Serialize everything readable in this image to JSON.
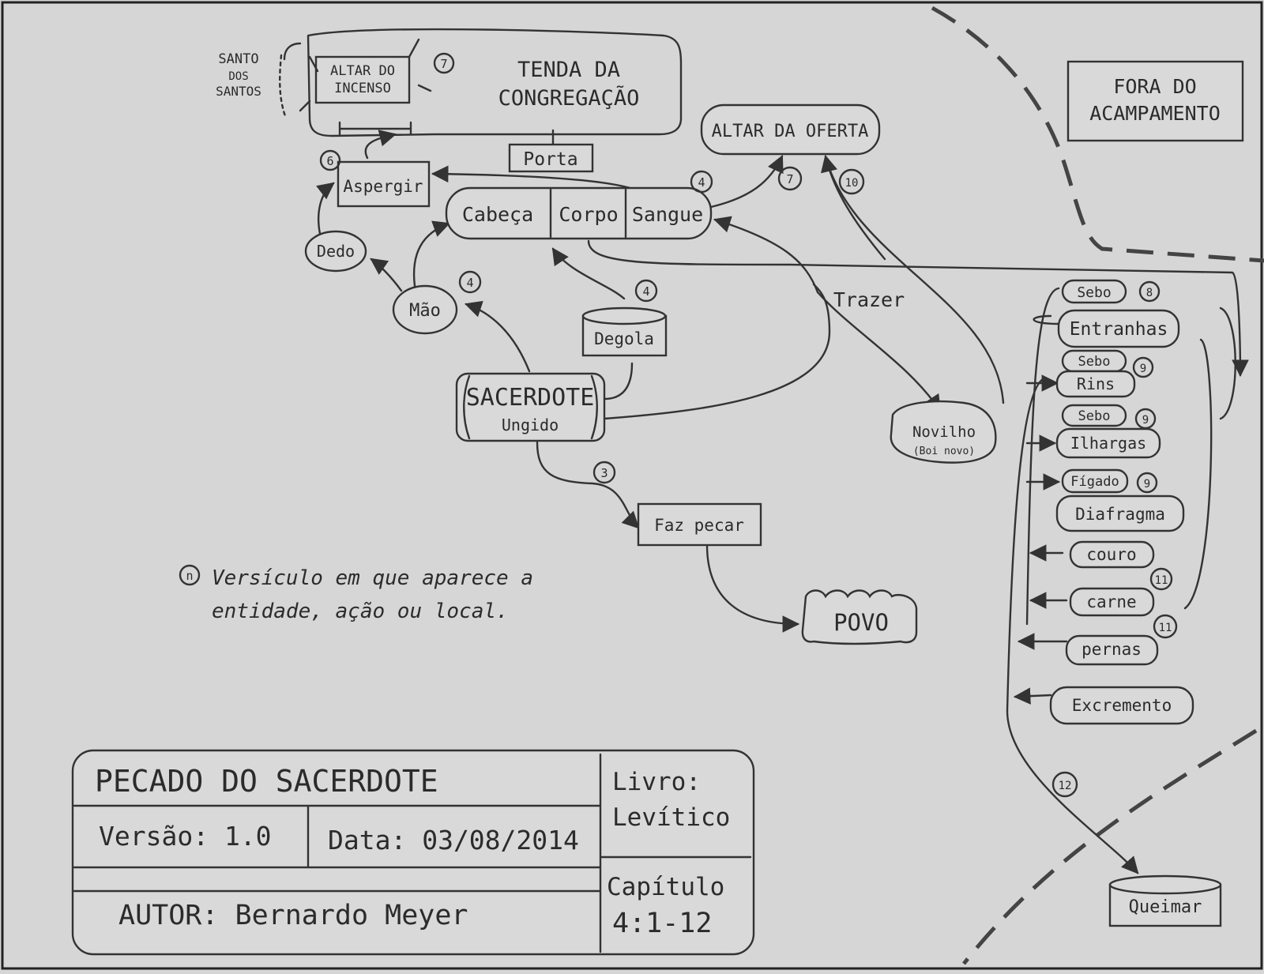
{
  "locations": {
    "santo_dos_santos": [
      "SANTO",
      "DOS",
      "SANTOS"
    ],
    "altar_incenso": [
      "ALTAR DO",
      "INCENSO"
    ],
    "tenda": [
      "TENDA DA",
      "CONGREGAÇÃO"
    ],
    "porta": "Porta",
    "altar_oferta": "ALTAR DA OFERTA",
    "fora_acampamento": [
      "FORA DO",
      "ACAMPAMENTO"
    ]
  },
  "nodes": {
    "aspergir": "Aspergir",
    "cabeca": "Cabeça",
    "corpo": "Corpo",
    "sangue": "Sangue",
    "dedo": "Dedo",
    "mao": "Mão",
    "degola": "Degola",
    "sacerdote": "SACERDOTE",
    "ungido": "Ungido",
    "faz_pecar": "Faz pecar",
    "povo": "POVO",
    "trazer": "Trazer",
    "novilho": "Novilho",
    "boi_novo": "(Boi novo)",
    "queimar": "Queimar"
  },
  "parts": {
    "sebo_1": "Sebo",
    "entranhas": "Entranhas",
    "sebo_2": "Sebo",
    "rins": "Rins",
    "sebo_3": "Sebo",
    "ilhargas": "Ilhargas",
    "figado": "Fígado",
    "diafragma": "Diafragma",
    "couro": "couro",
    "carne": "carne",
    "pernas": "pernas",
    "excremento": "Excremento"
  },
  "verses": {
    "altar_incenso": "7",
    "sangue": "4",
    "altar_oferta_1": "7",
    "altar_oferta_2": "10",
    "aspergir": "6",
    "mao": "4",
    "degola": "4",
    "faz_pecar": "3",
    "sebo_1": "8",
    "sebo_2": "9",
    "sebo_3": "9",
    "figado": "9",
    "carne": "11",
    "pernas": "11",
    "queimar": "12"
  },
  "legend": {
    "symbol": "n",
    "lines": [
      "Versículo em que aparece a",
      "entidade, ação ou local."
    ]
  },
  "title_block": {
    "title": "PECADO DO SACERDOTE",
    "version": "Versão: 1.0",
    "date": "Data: 03/08/2014",
    "author": "AUTOR: Bernardo Meyer",
    "book_label": "Livro:",
    "book": "Levítico",
    "chapter_label": "Capítulo",
    "chapter": "4:1-12"
  }
}
